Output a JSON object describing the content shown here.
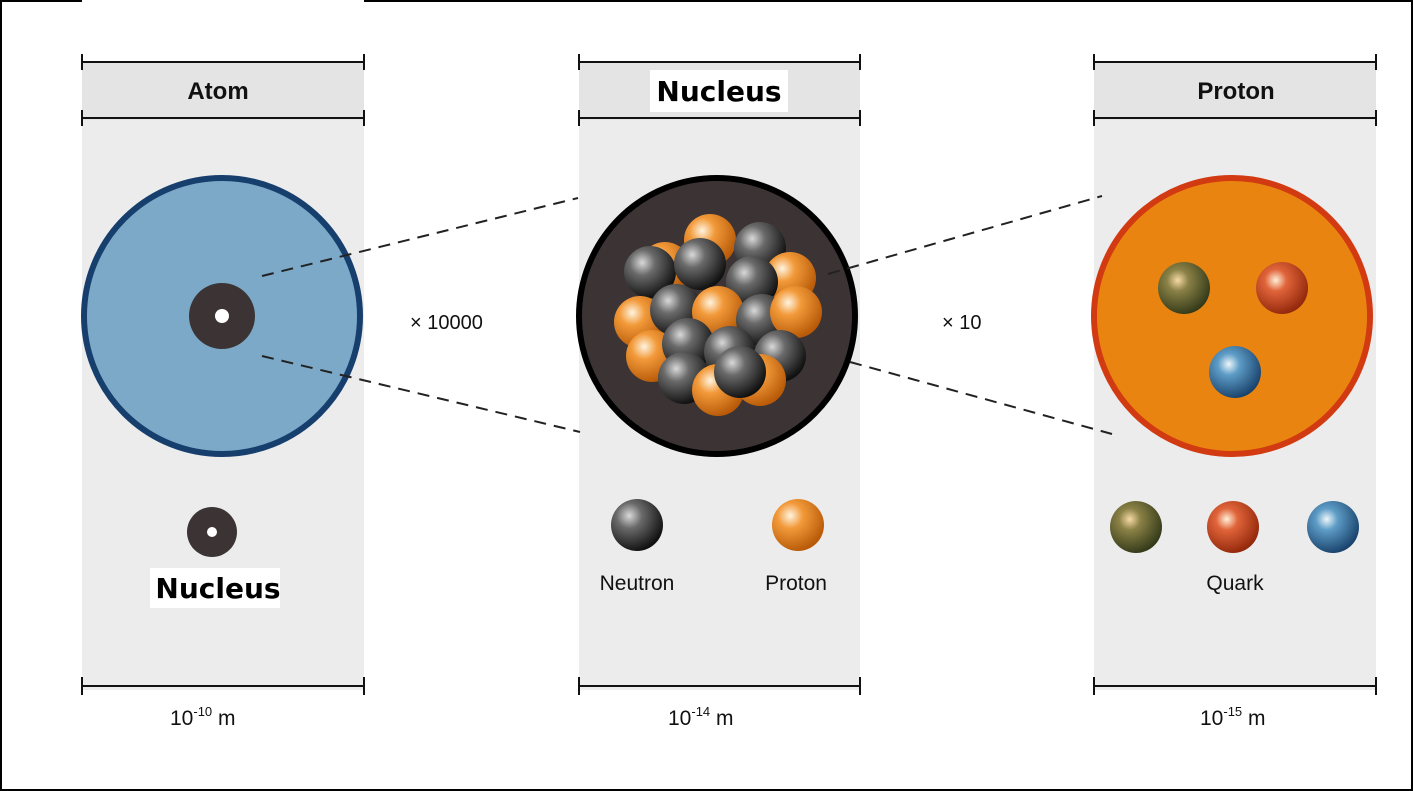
{
  "columns": [
    {
      "title": "Atom",
      "legend": [
        "Nucleus"
      ],
      "scale_base": "10",
      "scale_exp": "-10",
      "scale_unit": "m"
    },
    {
      "title": "Nucleus",
      "legend": [
        "Neutron",
        "Proton"
      ],
      "scale_base": "10",
      "scale_exp": "-14",
      "scale_unit": "m"
    },
    {
      "title": "Proton",
      "legend": [
        "Quark"
      ],
      "scale_base": "10",
      "scale_exp": "-15",
      "scale_unit": "m"
    }
  ],
  "magnifications": [
    "× 10000",
    "× 10"
  ],
  "colors": {
    "panel_bg": "#ececec",
    "atom_fill": "#7ba9c7",
    "atom_stroke": "#163f6e",
    "nucleus_dark": "#3c3434",
    "proton_fill": "#ea8410",
    "proton_stroke": "#d23a12",
    "neutron": "#2a2a2a",
    "proton_ball": "#f08a1a",
    "quark_green": "#6b6a33",
    "quark_red": "#cc4a1a",
    "quark_blue": "#3a7fb0"
  }
}
